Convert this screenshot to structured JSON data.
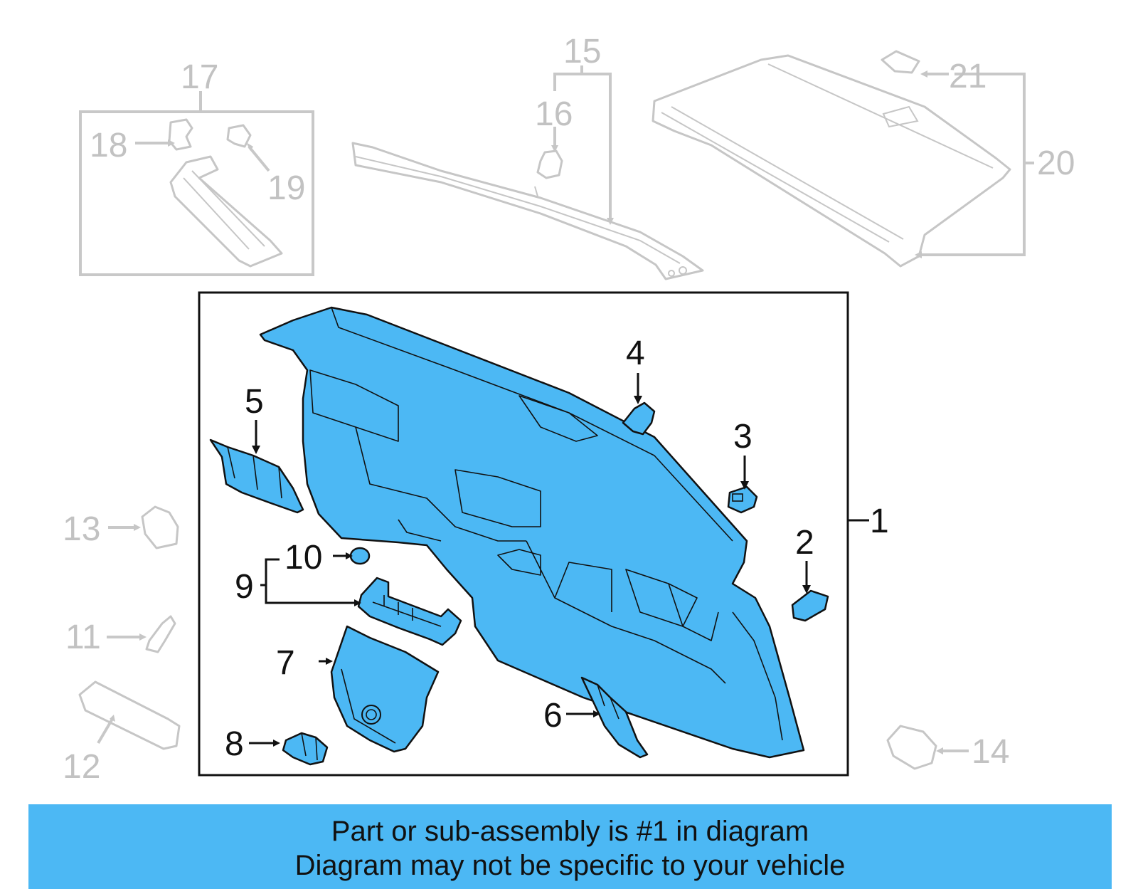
{
  "colors": {
    "highlight": "#4cb8f4",
    "banner": "#4cb8f4",
    "inactive_lines": "#c6c6c6",
    "active_lines": "#111111"
  },
  "callouts": {
    "c1": "1",
    "c2": "2",
    "c3": "3",
    "c4": "4",
    "c5": "5",
    "c6": "6",
    "c7": "7",
    "c8": "8",
    "c9": "9",
    "c10": "10",
    "c11": "11",
    "c12": "12",
    "c13": "13",
    "c14": "14",
    "c15": "15",
    "c16": "16",
    "c17": "17",
    "c18": "18",
    "c19": "19",
    "c20": "20",
    "c21": "21"
  },
  "highlighted_part": "1",
  "footer": {
    "line1": "Part or sub-assembly is #1 in diagram",
    "line2": "Diagram may not be specific to your vehicle"
  }
}
